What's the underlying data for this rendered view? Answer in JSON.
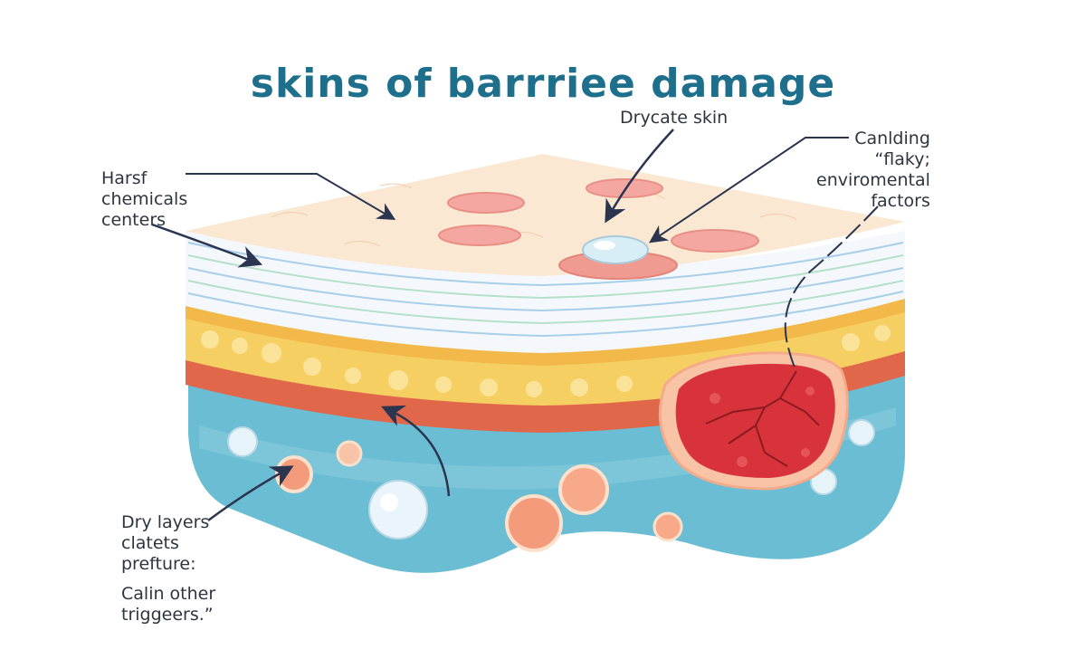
{
  "title": "skins of barrriee damage",
  "callouts": {
    "harsh_chemicals": [
      "Harsf",
      "chemicals",
      "centers"
    ],
    "drycate_skin": "Drycate skin",
    "canlding": [
      "Canlding",
      "“flaky;",
      "enviromental",
      "factors"
    ],
    "dry_layers": [
      "Dry layers",
      "clatets",
      "prefture:"
    ],
    "calin_triggers": [
      "Calin other",
      "triggeers.”"
    ]
  },
  "colors": {
    "title": "#1d6f8c",
    "surface": "#fbe8d2",
    "epidermis_lines": "#a9cfe8",
    "fat_layer": "#f6cf62",
    "dermis_red": "#e0674a",
    "subcutis": "#6bbdd3",
    "damaged_patch": "#d8333a",
    "arrow": "#2b3550"
  },
  "icons": [
    "arrow-pointer",
    "skin-spot",
    "water-droplet",
    "cracked-patch"
  ]
}
